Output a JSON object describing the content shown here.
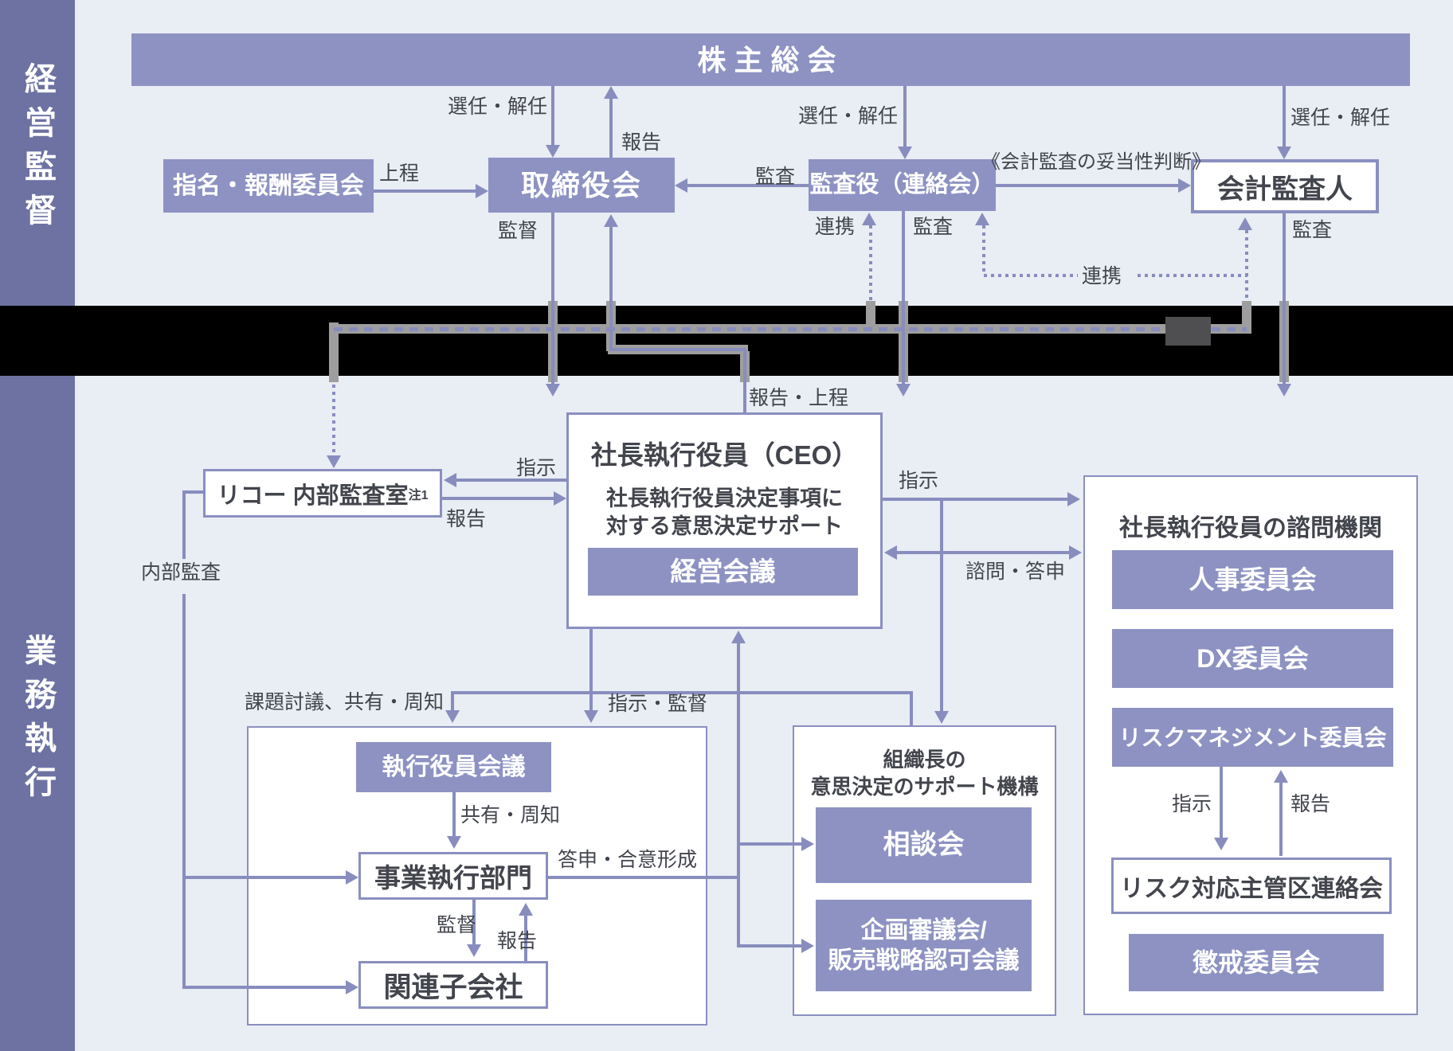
{
  "colors": {
    "background": "#e9edf4",
    "sidebar_purple": "#6d72a3",
    "box_purple": "#8d92c3",
    "line_purple": "#888dbe",
    "panel_border": "#8a8fc0",
    "dark_text": "#43454d",
    "white_text": "#ffffff",
    "redaction_black": "#000000",
    "halo_gray": "#9e9e9e",
    "redaction_gray": "#4f4f51"
  },
  "sidebar": {
    "top_label": "経営監督",
    "bottom_label": "業務執行"
  },
  "nodes": {
    "shareholders": "株主総会",
    "nomination_committee": "指名・報酬委員会",
    "board": "取締役会",
    "audit_officers": "監査役（連絡会）",
    "accounting_auditor": "会計監査人",
    "ceo_title": "社長執行役員（CEO）",
    "ceo_sub_line1": "社長執行役員決定事項に",
    "ceo_sub_line2": "対する意思決定サポート",
    "management_meeting": "経営会議",
    "internal_audit_office": "リコー 内部監査室",
    "internal_audit_note": "注1",
    "executive_officers_meeting": "執行役員会議",
    "business_execution_dept": "事業執行部門",
    "affiliated_subsidiaries": "関連子会社",
    "org_support_title_line1": "組織長の",
    "org_support_title_line2": "意思決定のサポート機構",
    "consultation_meeting": "相談会",
    "planning_line1": "企画審議会/",
    "planning_line2": "販売戦略認可会議",
    "advisory_title": "社長執行役員の諮問機関",
    "hr_committee": "人事委員会",
    "dx_committee": "DX委員会",
    "risk_management_committee": "リスクマネジメント委員会",
    "risk_liaison": "リスク対応主管区連絡会",
    "disciplinary_committee": "懲戒委員会"
  },
  "edge_labels": {
    "appoint_dismiss_left": "選任・解任",
    "report_to_shareholders": "報告",
    "submit": "上程",
    "audit_board": "監査",
    "appoint_dismiss_mid": "選任・解任",
    "audit_validity": "《会計監査の妥当性判断》",
    "appoint_dismiss_right": "選任・解任",
    "supervise": "監督",
    "cooperate_left": "連携",
    "audit_down_mid": "監査",
    "audit_down_right": "監査",
    "cooperate_dotted": "連携",
    "report_submit": "報告・上程",
    "instruct_internal_audit": "指示",
    "report_internal_audit": "報告",
    "internal_audit": "内部監査",
    "instruct_advisory": "指示",
    "consult_report": "諮問・答申",
    "agenda_share": "課題討議、共有・周知",
    "instruct_supervise": "指示・監督",
    "share_inform": "共有・周知",
    "report_consensus": "答申・合意形成",
    "supervise_sub": "監督",
    "report_sub": "報告",
    "instruct_risk": "指示",
    "report_risk": "報告"
  }
}
